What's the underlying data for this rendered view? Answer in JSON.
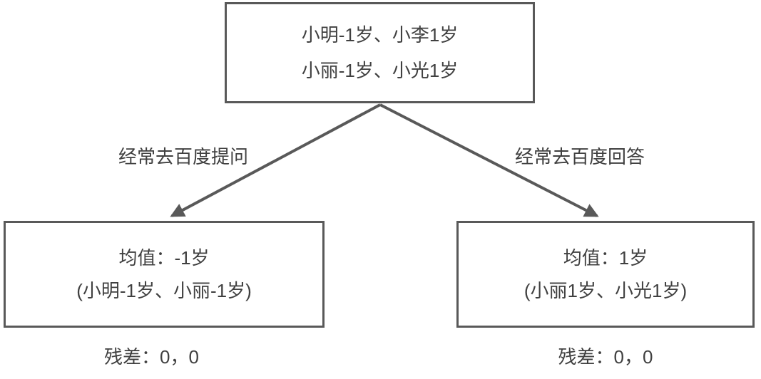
{
  "root_node": {
    "line1": "小明-1岁、小李1岁",
    "line2": "小丽-1岁、小光1岁"
  },
  "edge_labels": {
    "left": "经常去百度提问",
    "right": "经常去百度回答"
  },
  "left_node": {
    "line1": "均值：-1岁",
    "line2": "(小明-1岁、小丽-1岁)",
    "residual": "残差：0，0"
  },
  "right_node": {
    "line1": "均值：1岁",
    "line2": "(小丽1岁、小光1岁)",
    "residual": "残差：0，0"
  },
  "colors": {
    "stroke": "#595959",
    "text": "#404040",
    "background": "#ffffff"
  }
}
